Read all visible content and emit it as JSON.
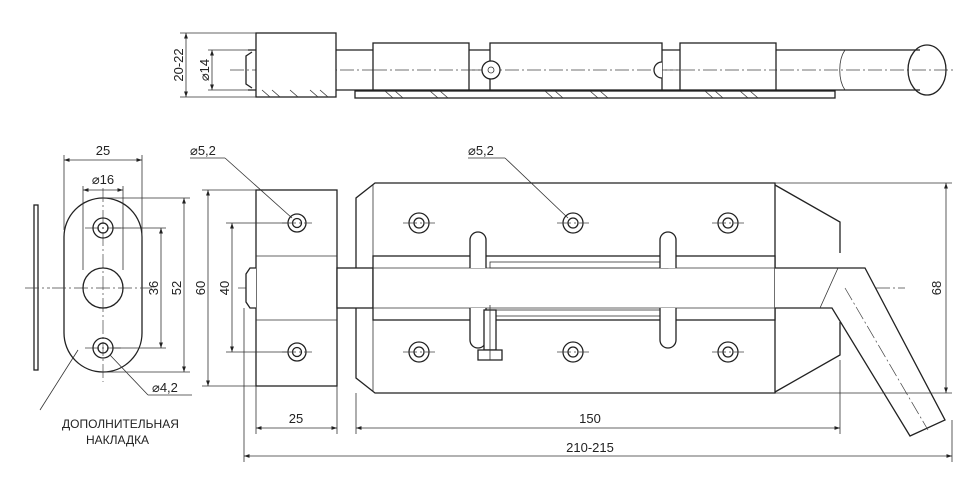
{
  "dimensions": {
    "top_height": "20-22",
    "rod_diameter": "⌀14",
    "pad_width": "25",
    "pad_hole_big": "⌀16",
    "pad_spacing_36": "36",
    "pad_height_52": "52",
    "pad_hole_small": "⌀4,2",
    "block_hole": "⌀5,2",
    "block_height_60": "60",
    "block_spacing_40": "40",
    "block_width_25": "25",
    "plate_hole": "⌀5,2",
    "plate_length_150": "150",
    "plate_height_68": "68",
    "total_length": "210-215"
  },
  "notes": {
    "pad_line1": "ДОПОЛНИТЕЛЬНАЯ",
    "pad_line2": "НАКЛАДКА"
  }
}
